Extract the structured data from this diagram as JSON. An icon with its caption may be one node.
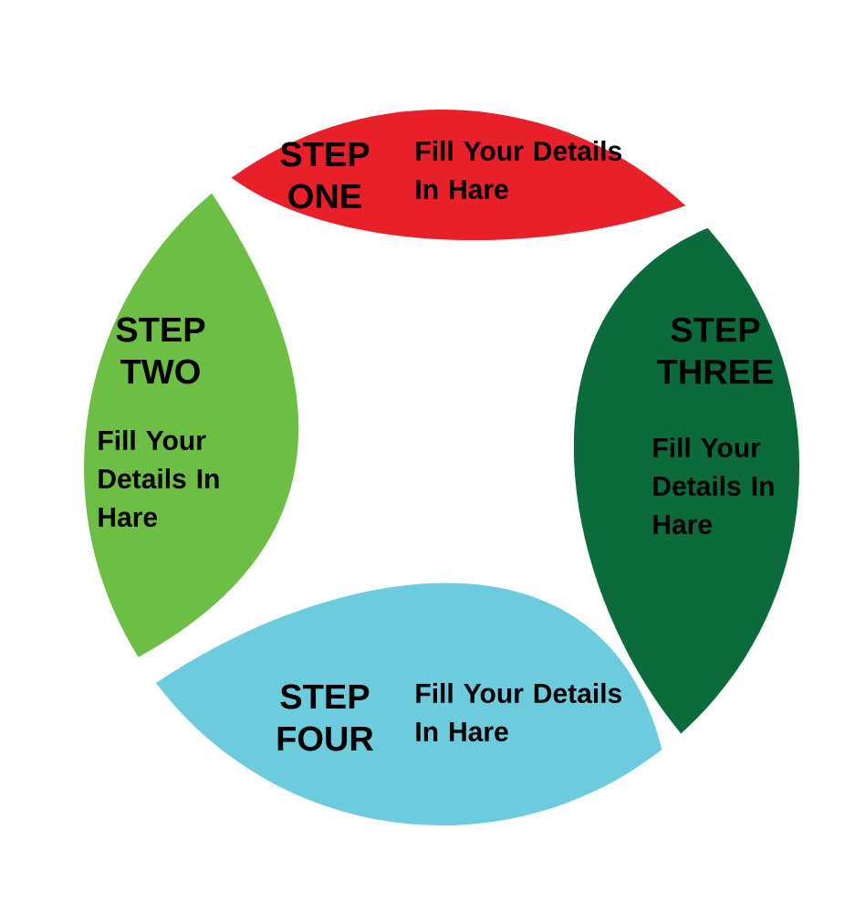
{
  "diagram": {
    "nodes": [
      {
        "text": [
          "STEP ONE",
          "Fill Your Details In Hare"
        ]
      },
      {
        "text": [
          "STEP TWO",
          "Fill Your Details In Hare"
        ]
      },
      {
        "text": [
          "STEP THREE",
          "Fill Your Details In Hare"
        ]
      },
      {
        "text": [
          "STEP FOUR",
          "Fill Your Details In Hare"
        ]
      }
    ]
  }
}
